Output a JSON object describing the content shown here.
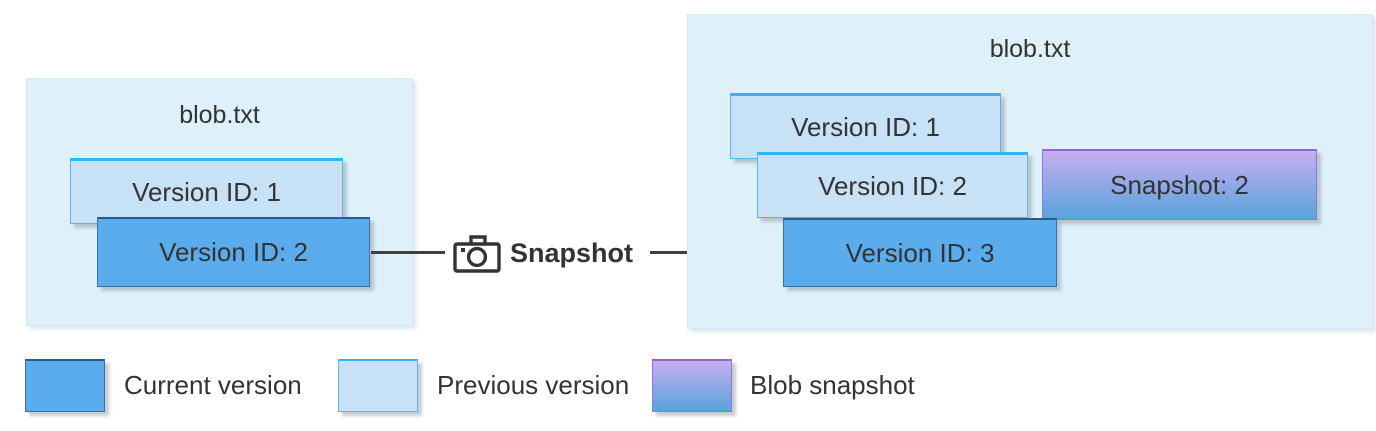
{
  "colors": {
    "current": "#5AACEC",
    "previous": "#C7E2F7",
    "snapshot_top": "#C7AEF0",
    "snapshot_bottom": "#58A3DC",
    "panel_bg": "#DEF1FA",
    "text": "#333333",
    "arrow": "#404040"
  },
  "left_panel": {
    "title": "blob.txt",
    "boxes": [
      {
        "label": "Version ID: 1",
        "type": "previous"
      },
      {
        "label": "Version ID: 2",
        "type": "current"
      }
    ]
  },
  "action": {
    "label": "Snapshot",
    "icon": "camera-icon"
  },
  "right_panel": {
    "title": "blob.txt",
    "boxes": [
      {
        "label": "Version ID: 1",
        "type": "previous"
      },
      {
        "label": "Version ID: 2",
        "type": "previous"
      },
      {
        "label": "Version ID: 3",
        "type": "current"
      }
    ],
    "snapshot_box": {
      "label": "Snapshot: 2",
      "type": "snapshot"
    }
  },
  "legend": {
    "items": [
      {
        "label": "Current version",
        "type": "current"
      },
      {
        "label": "Previous version",
        "type": "previous"
      },
      {
        "label": "Blob snapshot",
        "type": "snapshot"
      }
    ]
  }
}
